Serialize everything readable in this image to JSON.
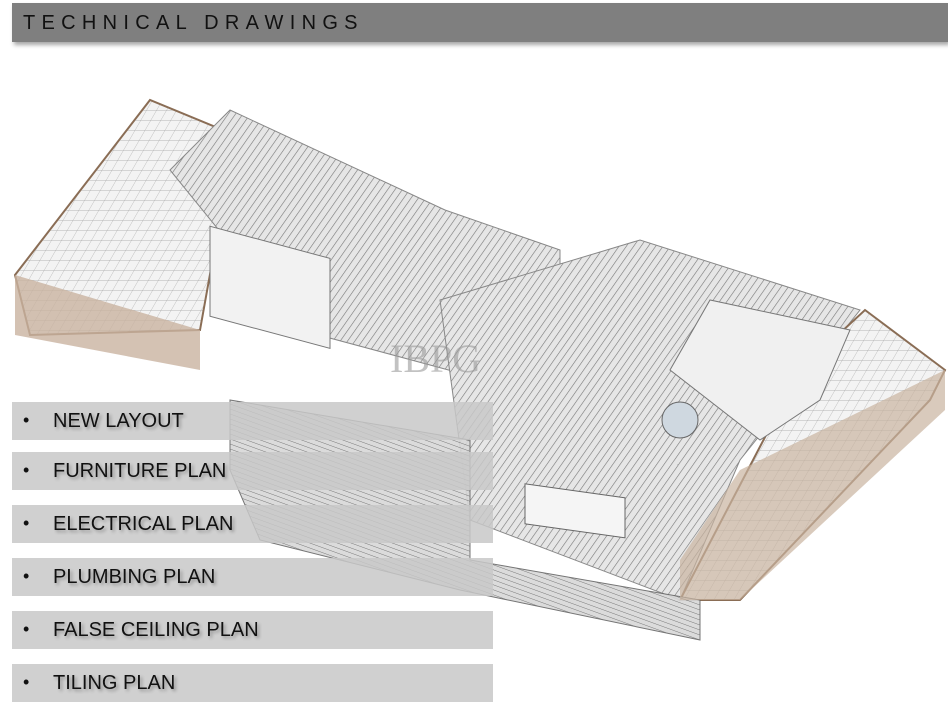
{
  "header": {
    "title": "TECHNICAL DRAWINGS"
  },
  "watermark": "IBPG",
  "menu": {
    "items": [
      {
        "label": "NEW LAYOUT"
      },
      {
        "label": "FURNITURE PLAN"
      },
      {
        "label": "ELECTRICAL PLAN"
      },
      {
        "label": "PLUMBING PLAN"
      },
      {
        "label": "FALSE CEILING PLAN"
      },
      {
        "label": "TILING PLAN"
      }
    ],
    "bullet": "•"
  }
}
